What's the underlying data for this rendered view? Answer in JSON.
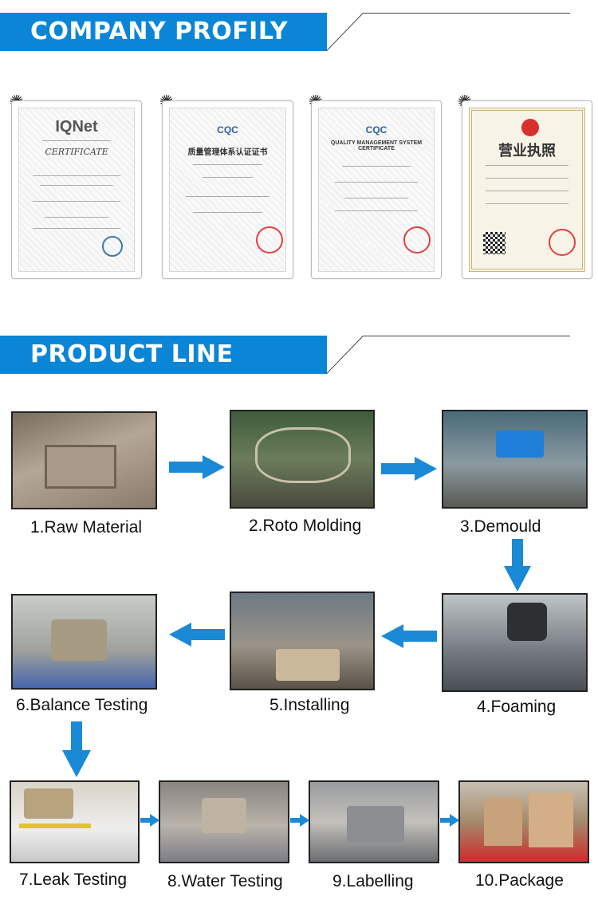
{
  "sections": {
    "company_title": "COMPANY PROFILY",
    "product_title": "PRODUCT LINE"
  },
  "certificates": [
    {
      "logo": "IQNet",
      "title": "CERTIFICATE"
    },
    {
      "logo": "CQC",
      "title": "质量管理体系认证证书"
    },
    {
      "logo": "CQC",
      "title": "QUALITY MANAGEMENT SYSTEM CERTIFICATE"
    },
    {
      "logo": "",
      "title": "营业执照"
    }
  ],
  "steps": [
    {
      "label": "1.Raw Material"
    },
    {
      "label": "2.Roto Molding"
    },
    {
      "label": "3.Demould"
    },
    {
      "label": "4.Foaming"
    },
    {
      "label": "5.Installing"
    },
    {
      "label": "6.Balance Testing"
    },
    {
      "label": "7.Leak Testing"
    },
    {
      "label": "8.Water Testing"
    },
    {
      "label": "9.Labelling"
    },
    {
      "label": "10.Package"
    }
  ],
  "colors": {
    "banner": "#0b86d6",
    "arrow": "#1a8ad6"
  }
}
